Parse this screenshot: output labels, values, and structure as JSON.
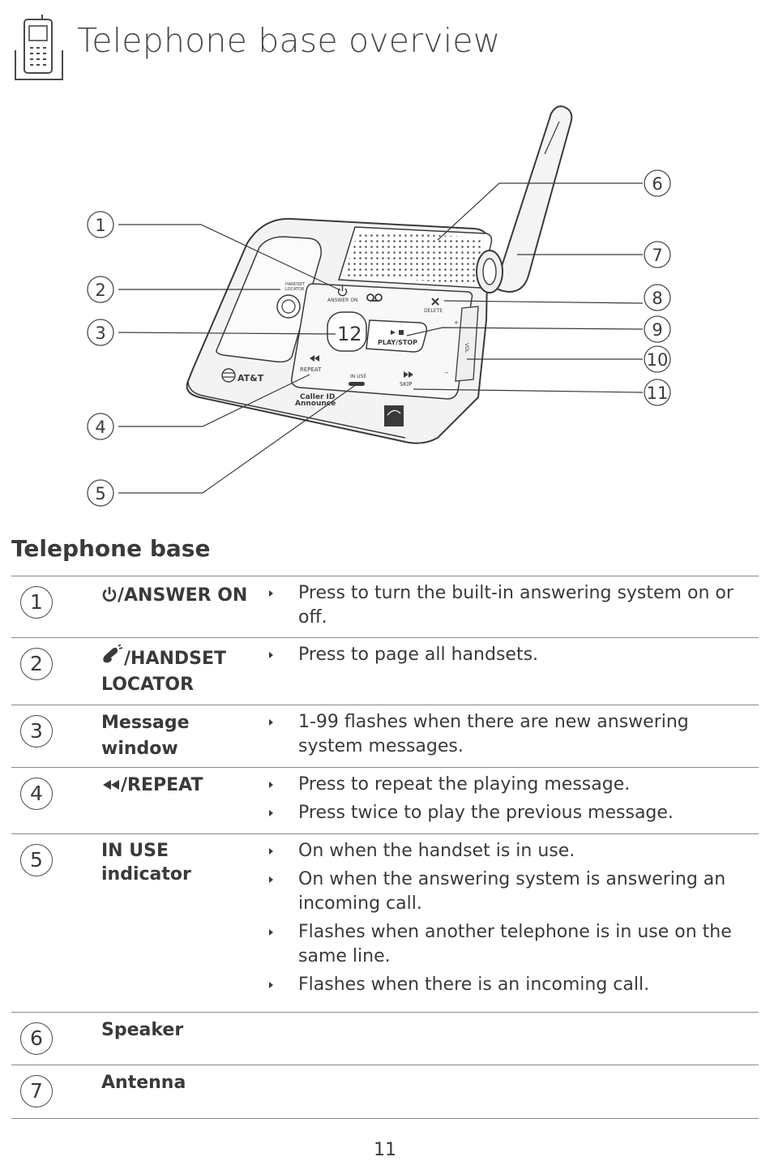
{
  "page_title": "Telephone base overview",
  "section_heading": "Telephone base",
  "page_number": "11",
  "diagram": {
    "callouts": [
      "1",
      "2",
      "3",
      "4",
      "5",
      "6",
      "7",
      "8",
      "9",
      "10",
      "11"
    ],
    "device_labels": {
      "answer_on": "ANSWER ON",
      "handset_locator": [
        "HANDSET",
        "LOCATOR"
      ],
      "delete": "DELETE",
      "play_stop": "PLAY/STOP",
      "repeat": "REPEAT",
      "skip": "SKIP",
      "in_use": "IN USE",
      "display_digits": "12",
      "brand": "AT&T",
      "caller_id": [
        "Caller ID",
        "Announce"
      ],
      "vol": "VOL"
    }
  },
  "rows": [
    {
      "num": "1",
      "icon": "power-icon",
      "name": "/ANSWER ON",
      "bullets": [
        "Press to turn the built-in answering system on or off."
      ]
    },
    {
      "num": "2",
      "icon": "handset-locator-icon",
      "name": "/HANDSET LOCATOR",
      "bullets": [
        "Press to page all handsets."
      ]
    },
    {
      "num": "3",
      "icon": "",
      "name": "Message window",
      "bullets": [
        "1-99 flashes when there are new answering system messages."
      ]
    },
    {
      "num": "4",
      "icon": "rewind-icon",
      "name": "/REPEAT",
      "bullets": [
        "Press to repeat the playing message.",
        "Press twice to play the previous message."
      ]
    },
    {
      "num": "5",
      "icon": "",
      "name": "IN USE indicator",
      "bullets": [
        "On when the handset is in use.",
        "On when the answering system is answering an incoming call.",
        "Flashes when another telephone is in use on the same line.",
        "Flashes when there is an incoming call."
      ]
    },
    {
      "num": "6",
      "icon": "",
      "name": "Speaker",
      "bullets": []
    },
    {
      "num": "7",
      "icon": "",
      "name": "Antenna",
      "bullets": []
    }
  ]
}
